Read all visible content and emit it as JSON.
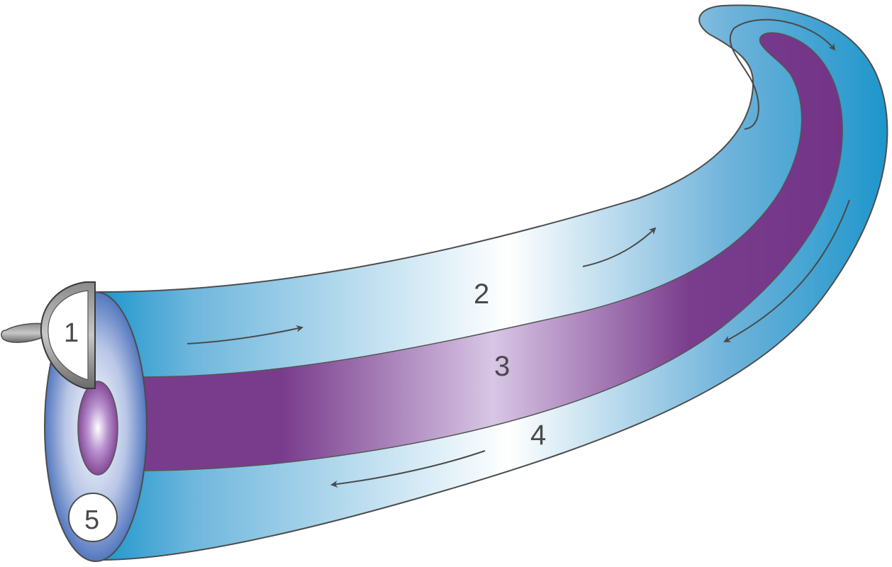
{
  "labels": {
    "l1": "1",
    "l2": "2",
    "l3": "3",
    "l4": "4",
    "l5": "5"
  },
  "colors": {
    "outer_blue": "#1e96cc",
    "light_center": "#ffffff",
    "purple": "#7a3a8c",
    "purple_light": "#d6c3e3",
    "end_cap_blue": "#3a63b4",
    "gray": "#555555",
    "arrow": "#4a4a4a"
  }
}
